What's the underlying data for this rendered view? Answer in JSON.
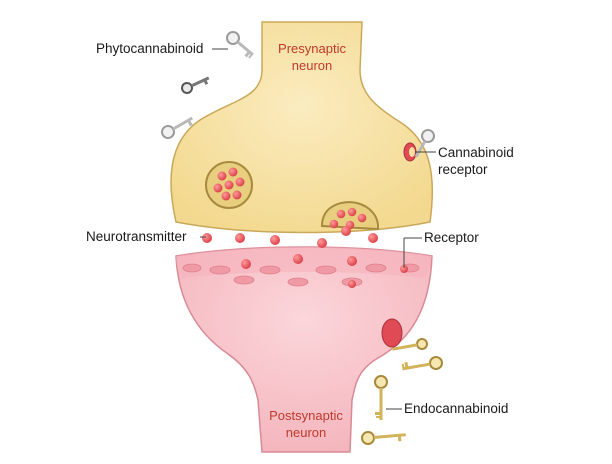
{
  "labels": {
    "presynaptic_line1": "Presynaptic",
    "presynaptic_line2": "neuron",
    "postsynaptic_line1": "Postsynaptic",
    "postsynaptic_line2": "neuron",
    "phytocannabinoid": "Phytocannabinoid",
    "cannabinoid_receptor_line1": "Cannabinoid",
    "cannabinoid_receptor_line2": "receptor",
    "neurotransmitter": "Neurotransmitter",
    "receptor": "Receptor",
    "endocannabinoid": "Endocannabinoid"
  },
  "colors": {
    "presynaptic_fill": "#f7e1a0",
    "presynaptic_stroke": "#caa85a",
    "postsynaptic_fill": "#f8c6cc",
    "postsynaptic_stroke": "#d98a94",
    "neurotransmitter": "#e4545a",
    "label_red": "#c0392b",
    "silver_key": "#b9b9b9",
    "gold_key": "#d2b35a"
  },
  "icons": {
    "phytocannabinoid_keys": "silver-key-icon",
    "endocannabinoid_keys": "gold-key-icon"
  }
}
